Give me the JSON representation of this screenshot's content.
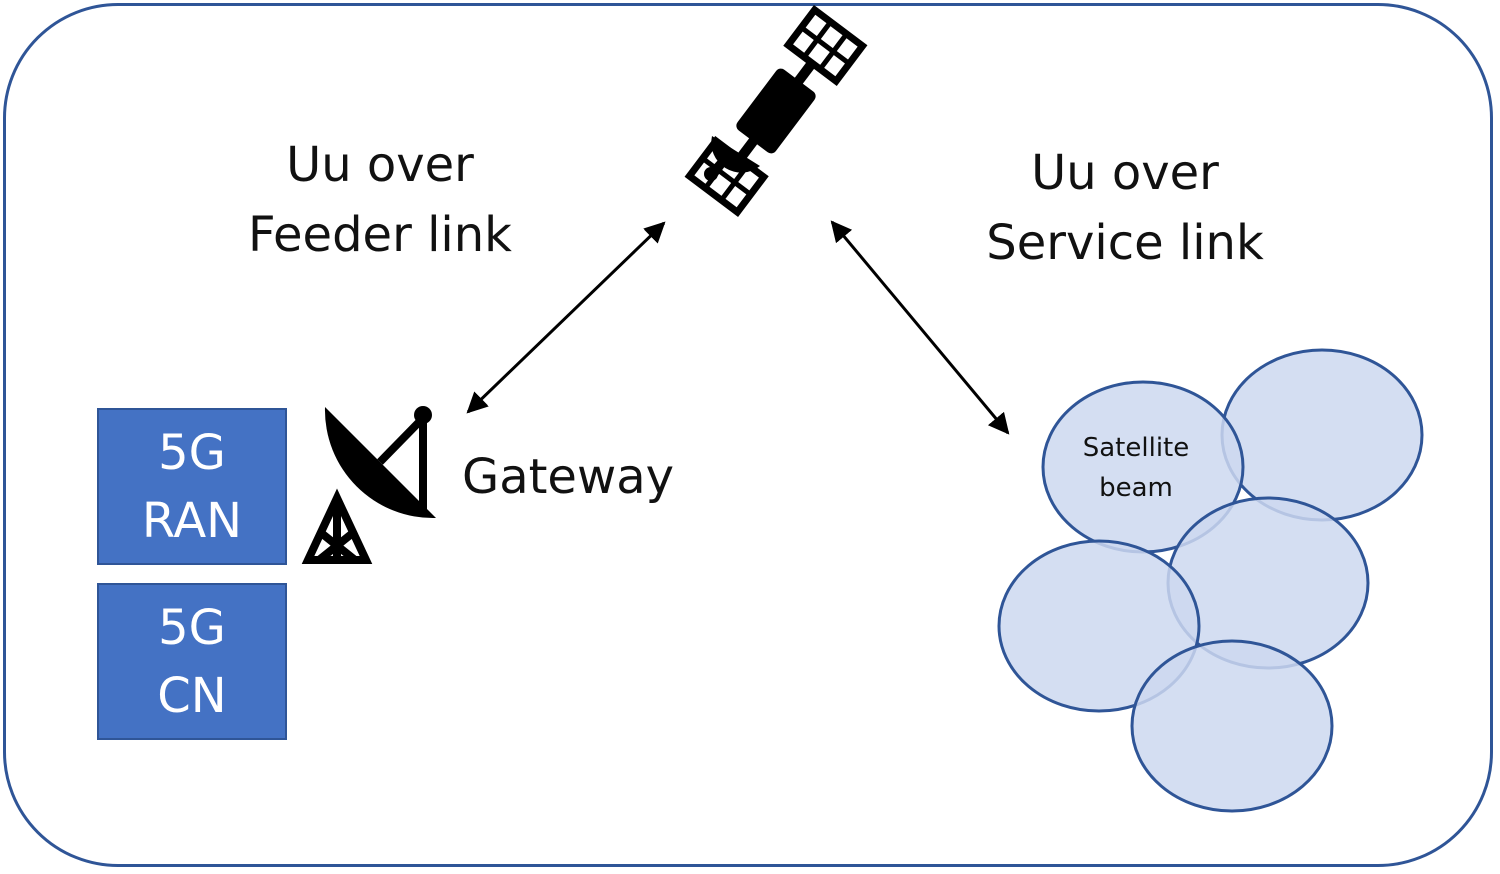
{
  "feeder_link": {
    "line1": "Uu over",
    "line2": "Feeder link"
  },
  "service_link": {
    "line1": "Uu over",
    "line2": "Service link"
  },
  "gateway": {
    "label": "Gateway"
  },
  "ran_box": {
    "line1": "5G",
    "line2": "RAN"
  },
  "cn_box": {
    "line1": "5G",
    "line2": "CN"
  },
  "beam": {
    "line1": "Satellite",
    "line2": "beam"
  },
  "icons": [
    "satellite-icon",
    "ground-station-dish-icon"
  ],
  "colors": {
    "frame": "#2f5597",
    "box_fill": "#4472c4",
    "beam_fill": "#ccd8f0",
    "beam_stroke": "#2f5597"
  }
}
